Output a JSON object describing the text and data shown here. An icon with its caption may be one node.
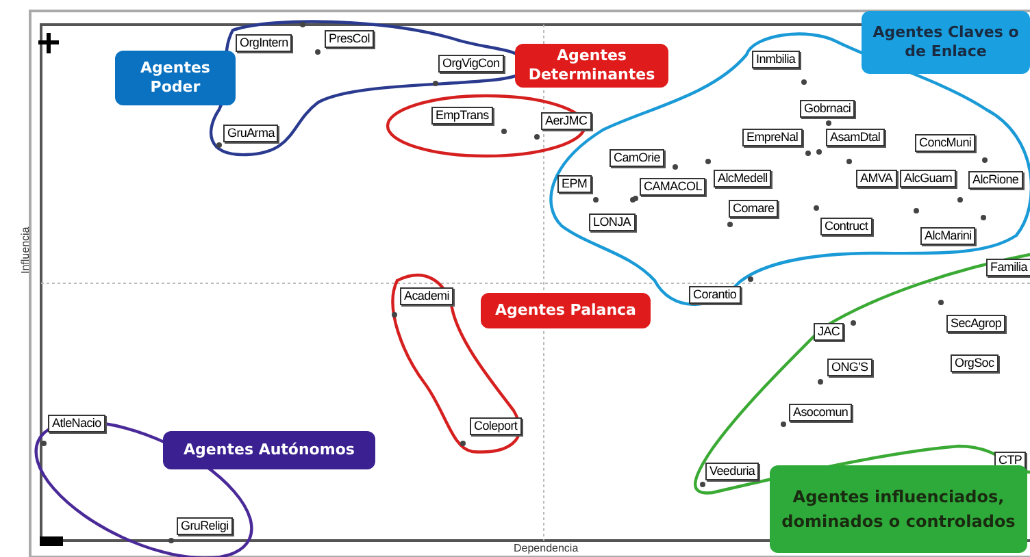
{
  "diagram": {
    "nodes": [
      {
        "text": [
          "Agentes Poder"
        ]
      },
      {
        "text": [
          "Agentes Determinantes"
        ]
      },
      {
        "text": [
          "Agentes Claves o de Enlace"
        ]
      },
      {
        "text": [
          "Agentes Palanca"
        ]
      },
      {
        "text": [
          "Agentes Autónomos"
        ]
      },
      {
        "text": [
          "Agentes influenciados, dominados o controlados"
        ]
      }
    ],
    "labels": [
      "PresCol",
      "OrgIntern",
      "Inmbilia",
      "OrgVigCon",
      "Gobrnaci",
      "EmpTrans",
      "AerJMC",
      "GruArma",
      "EmpreNal",
      "AsamDtal",
      "ConcMuni",
      "CamOrie",
      "AlcMedell",
      "AMVA",
      "AlcGuarn",
      "AlcRione",
      "EPM",
      "CAMACOL",
      "Comare",
      "LONJA",
      "Contruct",
      "AlcMarini",
      "Familia",
      "Corantio",
      "Academi",
      "SecAgrop",
      "JAC",
      "OrgSoc",
      "ONG'S",
      "Asocomun",
      "AtleNacio",
      "Coleport",
      "Veeduria",
      "CTP",
      "GruReligi",
      "Influencia",
      "Dependencia"
    ]
  }
}
